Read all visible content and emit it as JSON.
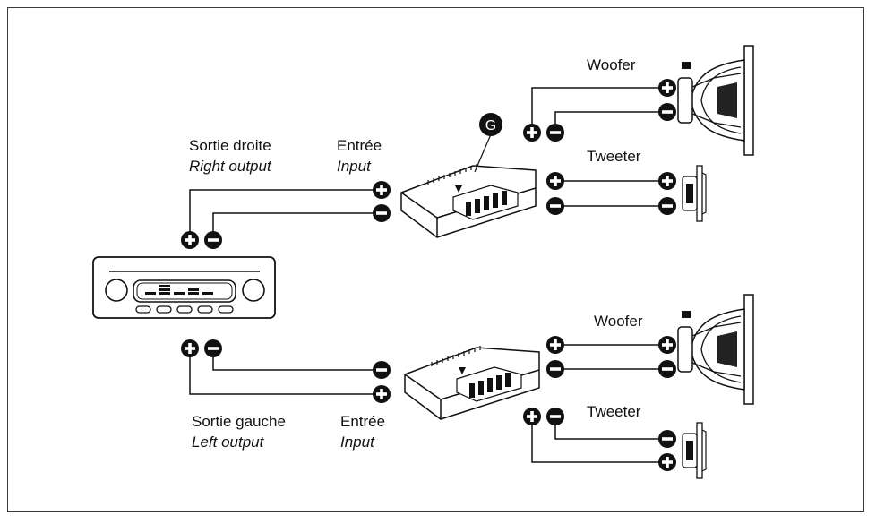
{
  "labels": {
    "top": {
      "source_fr": "Sortie droite",
      "source_en": "Right output",
      "input_fr": "Entrée",
      "input_en": "Input",
      "woofer": "Woofer",
      "tweeter": "Tweeter",
      "ground_badge": "G"
    },
    "bottom": {
      "source_fr": "Sortie gauche",
      "source_en": "Left output",
      "input_fr": "Entrée",
      "input_en": "Input",
      "woofer": "Woofer",
      "tweeter": "Tweeter"
    }
  },
  "colors": {
    "line": "#111111",
    "terminal": "#111111",
    "frame": "#3a3a3a"
  },
  "icons": [
    "plus-terminal-icon",
    "minus-terminal-icon",
    "car-stereo-icon",
    "crossover-icon",
    "woofer-speaker-icon",
    "tweeter-icon"
  ]
}
